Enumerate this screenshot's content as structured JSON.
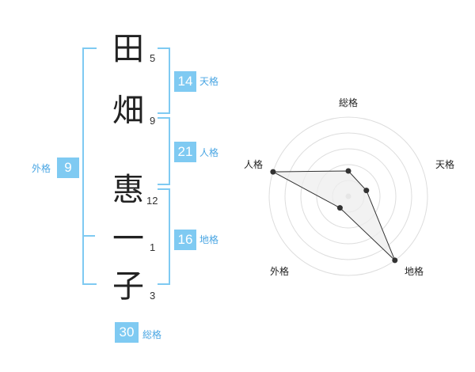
{
  "name_chars": [
    {
      "char": "田",
      "strokes": "5"
    },
    {
      "char": "畑",
      "strokes": "9"
    },
    {
      "char": "惠",
      "strokes": "12"
    },
    {
      "char": "一",
      "strokes": "1"
    },
    {
      "char": "子",
      "strokes": "3"
    }
  ],
  "fortunes": {
    "tenkaku": {
      "value": "14",
      "label": "天格"
    },
    "jinkaku": {
      "value": "21",
      "label": "人格"
    },
    "chikaku": {
      "value": "16",
      "label": "地格"
    },
    "gaikaku": {
      "value": "9",
      "label": "外格"
    },
    "soukaku": {
      "value": "30",
      "label": "総格"
    }
  },
  "colors": {
    "accent": "#7fcaf2",
    "accent_text": "#4aa6e3",
    "radar_fill": "#ededed",
    "radar_line": "#333333"
  },
  "chart_data": {
    "type": "radar",
    "axes": [
      "総格",
      "天格",
      "地格",
      "外格",
      "人格"
    ],
    "levels": 5,
    "values": [
      1.6,
      1.2,
      5.0,
      0.9,
      5.0
    ]
  }
}
